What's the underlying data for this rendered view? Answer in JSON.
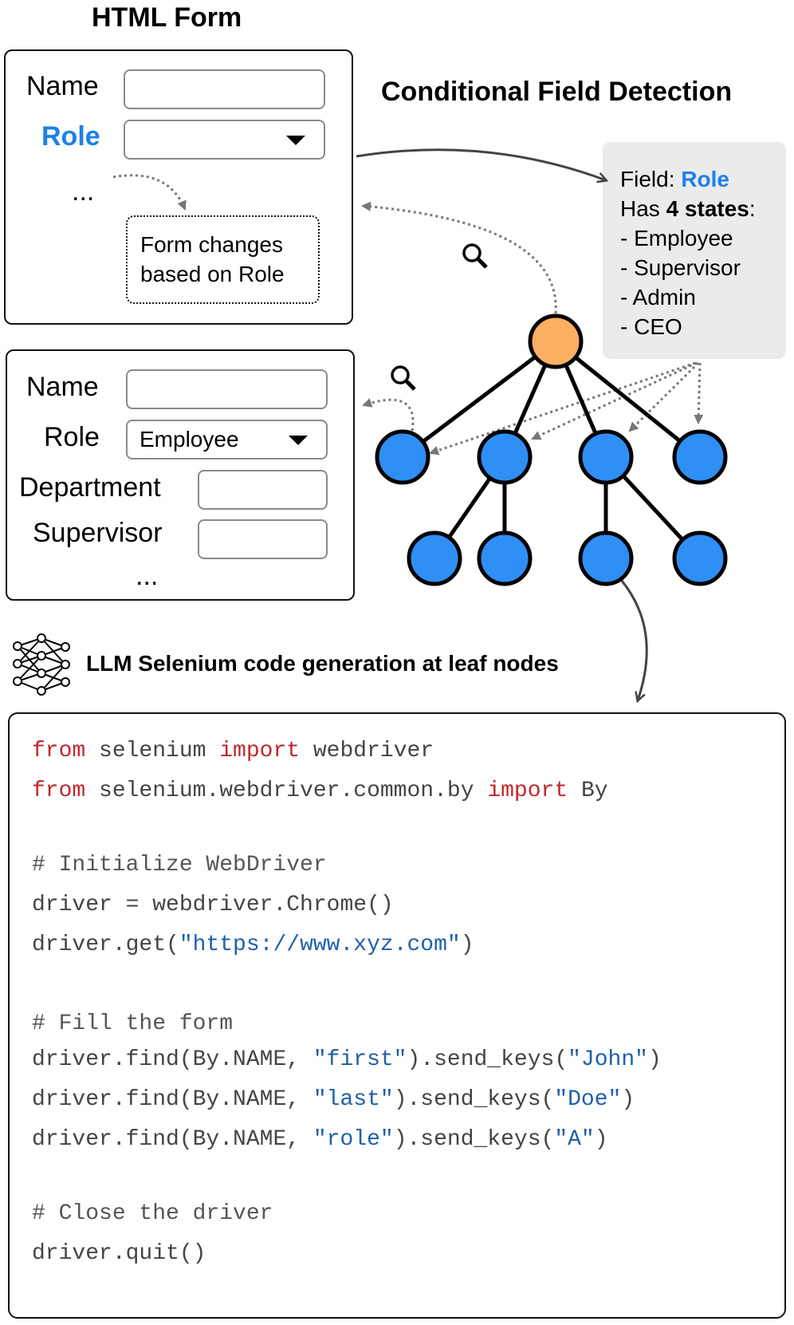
{
  "form_title": "HTML Form",
  "detection_title": "Conditional Field Detection",
  "form1": {
    "name_label": "Name",
    "role_label": "Role",
    "ellipsis": "...",
    "note_line1": "Form changes",
    "note_line2": "based on Role"
  },
  "form2": {
    "name_label": "Name",
    "role_label": "Role",
    "role_value": "Employee",
    "department_label": "Department",
    "supervisor_label": "Supervisor",
    "ellipsis": "..."
  },
  "states": {
    "field_prefix": "Field: ",
    "field_name": "Role",
    "has_prefix": "Has ",
    "has_bold": "4 states",
    "has_suffix": ":",
    "items": [
      "- Employee",
      "- Supervisor",
      "- Admin",
      "- CEO"
    ]
  },
  "llm_caption": "LLM Selenium code generation at leaf nodes",
  "colors": {
    "root_node": "#fcae63",
    "child_node": "#2f8ff5",
    "accent_blue": "#1f7fea",
    "keyword_red": "#c0282c",
    "string_blue": "#1f5fa8",
    "states_bg": "#ebebeb"
  },
  "icons": [
    "search-icon",
    "neural-network-icon",
    "dropdown-caret-icon"
  ],
  "code": {
    "l1_kw1": "from",
    "l1_a": " selenium ",
    "l1_kw2": "import",
    "l1_b": " webdriver",
    "l2_kw1": "from",
    "l2_a": " selenium.webdriver.common.by ",
    "l2_kw2": "import",
    "l2_b": " By",
    "l3_comment": "# Initialize WebDriver",
    "l4": "driver = webdriver.Chrome()",
    "l5_a": "driver.get(",
    "l5_str": "\"https://www.xyz.com\"",
    "l5_b": ")",
    "l6_comment": "# Fill the form",
    "l7_a": "driver.find(By.NAME, ",
    "l7_s1": "\"first\"",
    "l7_b": ").send_keys(",
    "l7_s2": "\"John\"",
    "l7_c": ")",
    "l8_a": "driver.find(By.NAME, ",
    "l8_s1": "\"last\"",
    "l8_b": ").send_keys(",
    "l8_s2": "\"Doe\"",
    "l8_c": ")",
    "l9_a": "driver.find(By.NAME, ",
    "l9_s1": "\"role\"",
    "l9_b": ").send_keys(",
    "l9_s2": "\"A\"",
    "l9_c": ")",
    "l10_comment": "# Close the driver",
    "l11": "driver.quit()"
  }
}
